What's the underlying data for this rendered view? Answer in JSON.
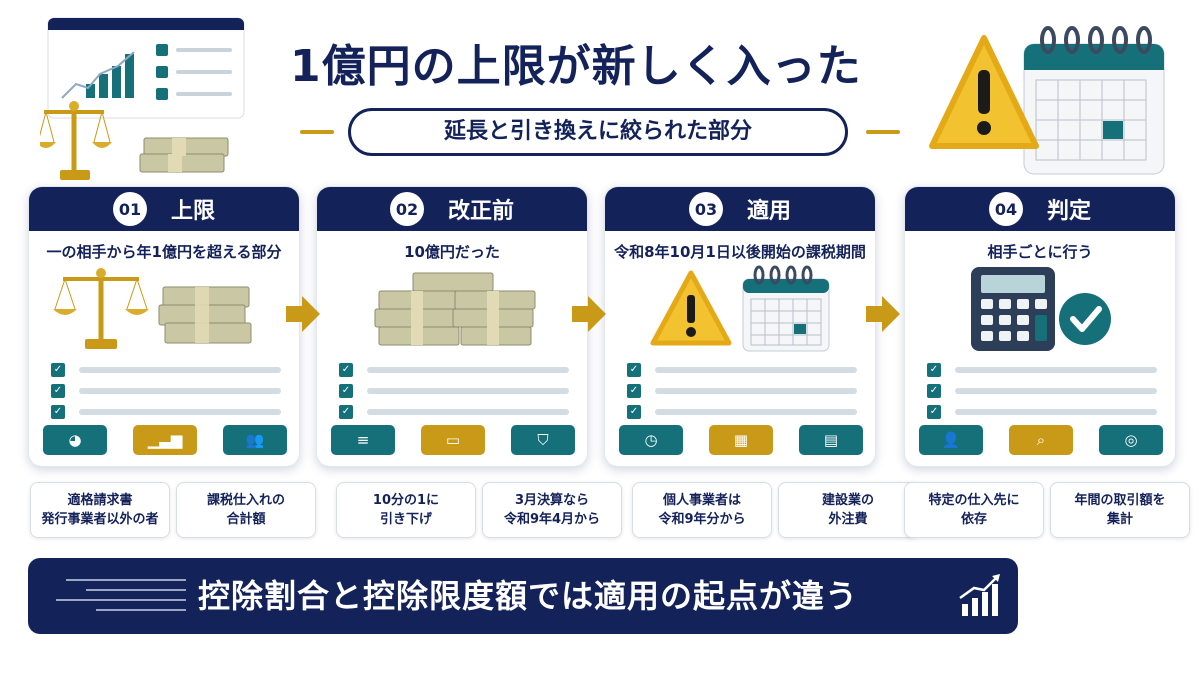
{
  "header": {
    "title": "1億円の上限が新しく入った",
    "subtitle": "延長と引き換えに絞られた部分"
  },
  "cards": [
    {
      "number": "01",
      "heading": "上限",
      "description": "一の相手から年1億円を超える部分",
      "icons": [
        "pie-chart-icon",
        "bar-chart-icon",
        "users-icon"
      ]
    },
    {
      "number": "02",
      "heading": "改正前",
      "description": "10億円だった",
      "icons": [
        "database-icon",
        "folder-icon",
        "shield-icon"
      ]
    },
    {
      "number": "03",
      "heading": "適用",
      "description": "令和8年10月1日以後開始の課税期間",
      "icons": [
        "clock-icon",
        "calendar-icon",
        "document-icon"
      ]
    },
    {
      "number": "04",
      "heading": "判定",
      "description": "相手ごとに行う",
      "icons": [
        "person-icon",
        "search-icon",
        "coins-icon"
      ]
    }
  ],
  "notes": [
    {
      "line1": "適格請求書",
      "line2": "発行事業者以外の者"
    },
    {
      "line1": "課税仕入れの",
      "line2": "合計額"
    },
    {
      "line1": "10分の1に",
      "line2": "引き下げ"
    },
    {
      "line1": "3月決算なら",
      "line2": "令和9年4月から"
    },
    {
      "line1": "個人事業者は",
      "line2": "令和9年分から"
    },
    {
      "line1": "建設業の",
      "line2": "外注費"
    },
    {
      "line1": "特定の仕入先に",
      "line2": "依存"
    },
    {
      "line1": "年間の取引額を",
      "line2": "集計"
    }
  ],
  "footer": {
    "message": "控除割合と控除限度額では適用の起点が違う"
  },
  "colors": {
    "navy": "#14225a",
    "teal": "#15707a",
    "gold": "#c99a17",
    "warning_yellow": "#f2c230"
  }
}
